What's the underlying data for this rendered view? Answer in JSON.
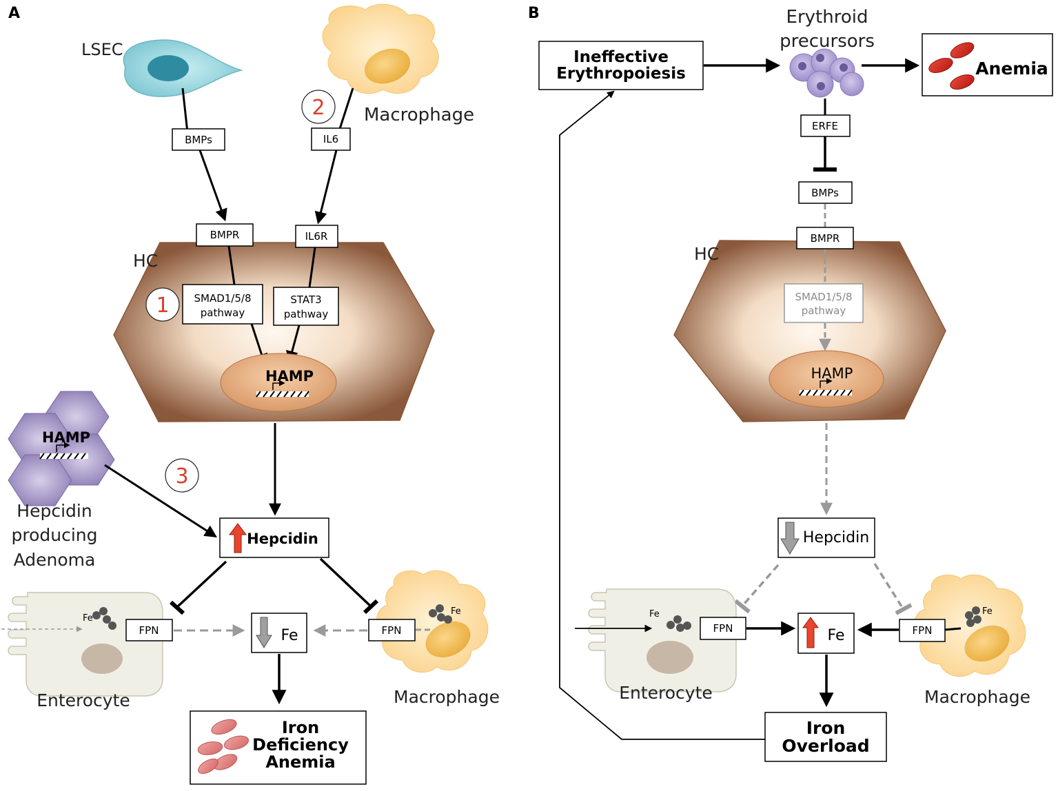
{
  "panel_a": {
    "letter": "A",
    "lsec_label": "LSEC",
    "macrophage_top_label": "Macrophage",
    "bmps_label": "BMPs",
    "il6_label": "IL6",
    "bmpr_label": "BMPR",
    "il6r_label": "IL6R",
    "hc_label": "HC",
    "smad_line1": "SMAD1/5/8",
    "smad_line2": "pathway",
    "stat3_line1": "STAT3",
    "stat3_line2": "pathway",
    "hamp_label": "HAMP",
    "adenoma_hamp_label": "HAMP",
    "adenoma_line1": "Hepcidin",
    "adenoma_line2": "producing",
    "adenoma_line3": "Adenoma",
    "num1": "1",
    "num2": "2",
    "num3": "3",
    "hepcidin_label": "Hepcidin",
    "fe_label": "Fe",
    "fpn_left_label": "FPN",
    "fpn_right_label": "FPN",
    "fe_small_left": "Fe",
    "fe_small_right": "Fe",
    "enterocyte_label": "Enterocyte",
    "macrophage_bottom_label": "Macrophage",
    "outcome_line1": "Iron",
    "outcome_line2": "Deficiency",
    "outcome_line3": "Anemia"
  },
  "panel_b": {
    "letter": "B",
    "ineffective_line1": "Ineffective",
    "ineffective_line2": "Erythropoiesis",
    "erythroid_line1": "Erythroid",
    "erythroid_line2": "precursors",
    "anemia_label": "Anemia",
    "erfe_label": "ERFE",
    "bmps_label": "BMPs",
    "bmpr_label": "BMPR",
    "hc_label": "HC",
    "smad_line1": "SMAD1/5/8",
    "smad_line2": "pathway",
    "hamp_label": "HAMP",
    "hepcidin_label": "Hepcidin",
    "fe_label": "Fe",
    "fpn_left_label": "FPN",
    "fpn_right_label": "FPN",
    "fe_small_left": "Fe",
    "fe_small_right": "Fe",
    "enterocyte_label": "Enterocyte",
    "macrophage_label": "Macrophage",
    "outcome_line1": "Iron",
    "outcome_line2": "Overload"
  },
  "colors": {
    "number_red": "#d9402b",
    "up_arrow": "#e8452c",
    "down_arrow": "#9a9a9a",
    "hc_brown": "#8b5a3c",
    "lsec_teal": "#8fcfd8",
    "macrophage_yellow": "#fbd88a",
    "adenoma_purple": "#8f7fb5",
    "erythroid_purple": "#a99ad1",
    "rbc_red": "#d42b1e",
    "rbc_pink": "#e48a88"
  }
}
